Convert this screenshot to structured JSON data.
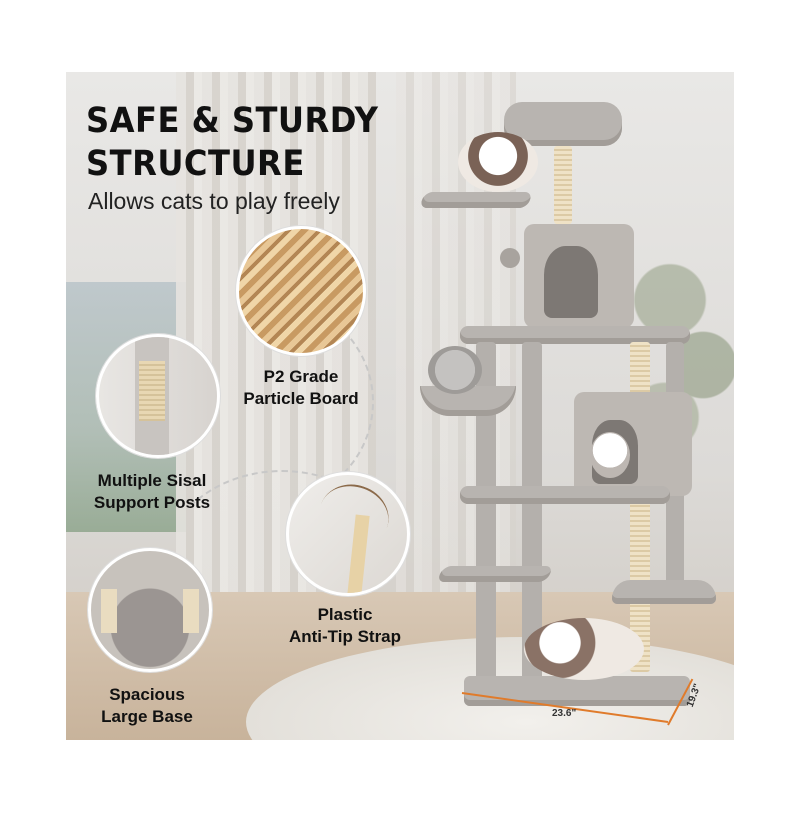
{
  "headline": {
    "line1": "SAFE & STURDY",
    "line2": "STRUCTURE",
    "subtitle": "Allows cats to play freely"
  },
  "callouts": {
    "board": {
      "line1": "P2 Grade",
      "line2": "Particle Board"
    },
    "posts": {
      "line1": "Multiple Sisal",
      "line2": "Support Posts"
    },
    "strap": {
      "line1": "Plastic",
      "line2": "Anti-Tip Strap"
    },
    "base": {
      "line1": "Spacious",
      "line2": "Large Base"
    }
  },
  "dimensions": {
    "width": "23.6\"",
    "depth": "19.3\""
  },
  "colors": {
    "plush": "#b8b4b0",
    "sisal": "#e6d6b2",
    "dimension_arrow": "#e07b2b"
  }
}
